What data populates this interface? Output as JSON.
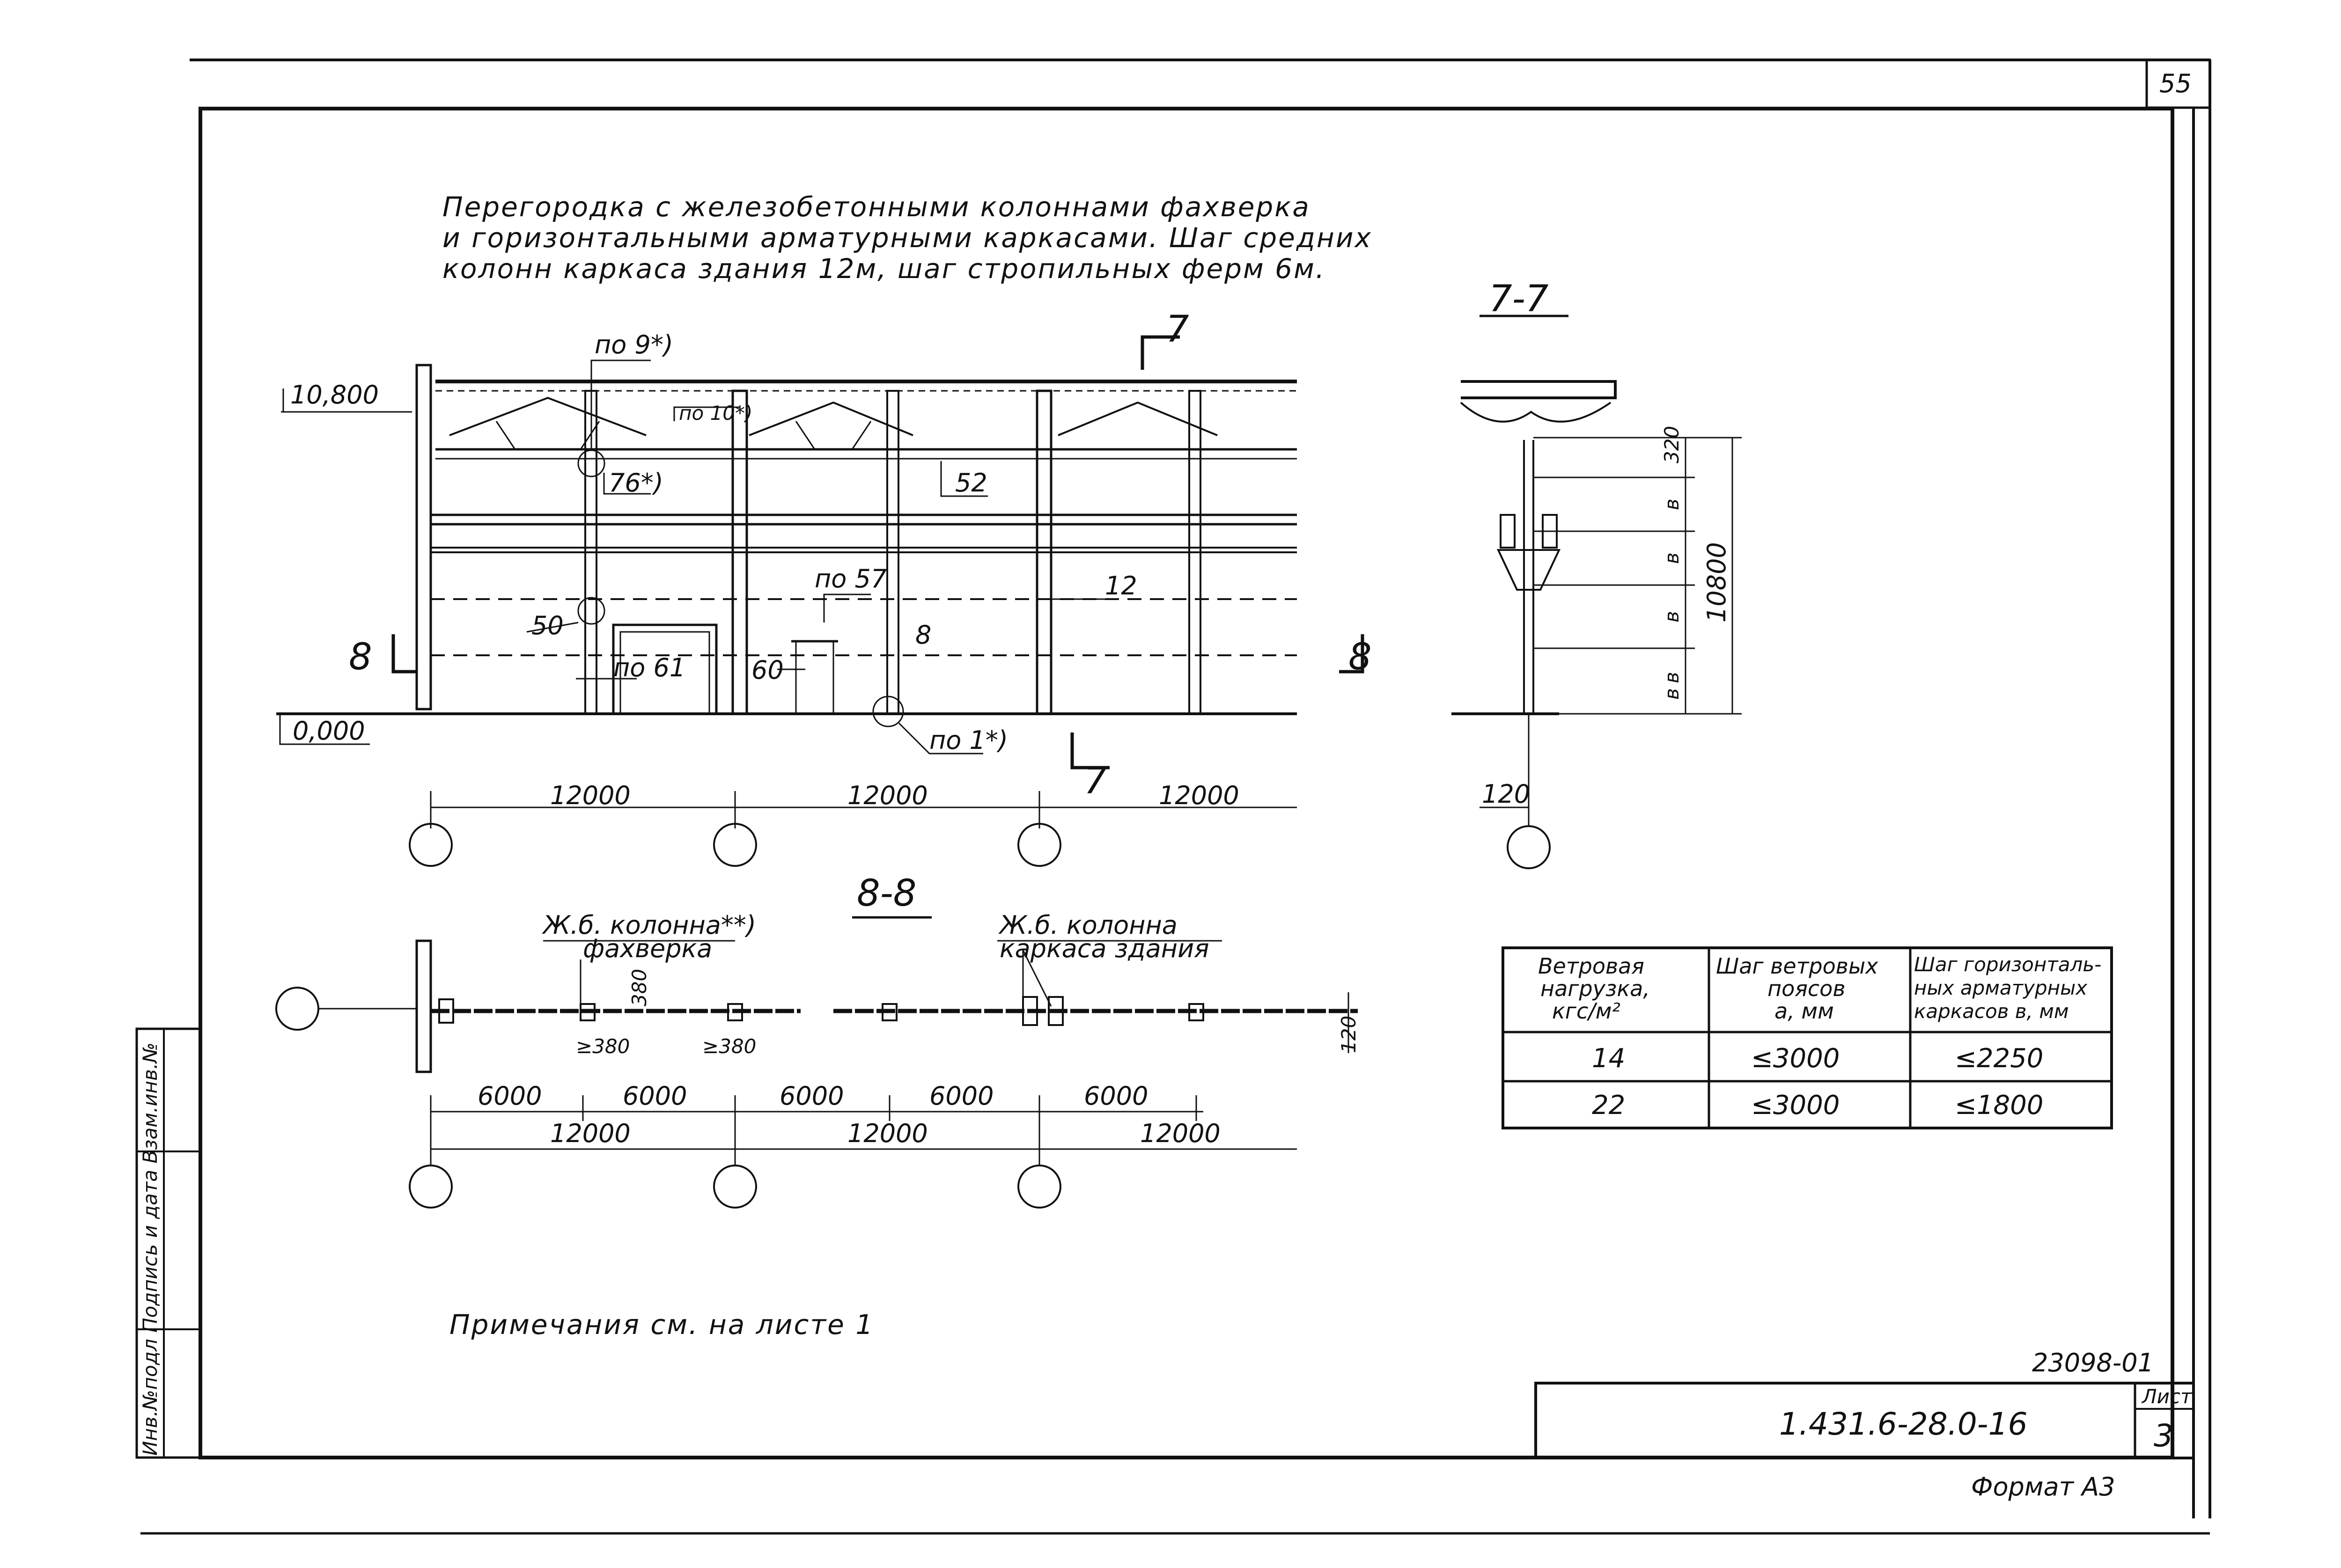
{
  "sheet_number_top": "55",
  "title_lines": [
    "Перегородка с железобетонными колоннами фахверка",
    "и горизонтальными арматурными каркасами. Шаг средних",
    "колонн каркаса здания 12м, шаг стропильных ферм 6м."
  ],
  "elevation": {
    "level_top": "10,800",
    "level_bottom": "0,000",
    "section_mark_left": "8",
    "section_mark_right": "8",
    "section_mark_top": "7",
    "section_mark_bottom": "7",
    "callouts": {
      "po9": "по 9*)",
      "po10": "по 10*)",
      "c76": "76*)",
      "c52": "52",
      "po57": "по 57",
      "c12": "12",
      "c50": "50",
      "c8": "8",
      "po61": "по 61",
      "c60": "60",
      "po1": "по 1*)"
    },
    "spans": [
      "12000",
      "12000",
      "12000"
    ]
  },
  "section_77": {
    "title": "7-7",
    "dims": [
      "320",
      "в",
      "в",
      "в",
      "в",
      "в"
    ],
    "total_height": "10800",
    "base_dim": "120"
  },
  "section_88": {
    "title": "8-8",
    "label_facade_col_line1": "Ж.б. колонна**)",
    "label_facade_col_line2": "фахверка",
    "label_frame_col_line1": "Ж.б. колонна",
    "label_frame_col_line2": "каркаса здания",
    "dim_380_vert": "380",
    "dim_380_a": "≥380",
    "dim_380_b": "≥380",
    "dim_120": "120",
    "half_spans": [
      "6000",
      "6000",
      "6000",
      "6000",
      "6000"
    ],
    "spans": [
      "12000",
      "12000",
      "12000"
    ]
  },
  "table": {
    "headers": [
      [
        "Ветровая",
        "нагрузка,",
        "кгс/м²"
      ],
      [
        "Шаг ветровых",
        "поясов",
        "а, мм"
      ],
      [
        "Шаг горизонталь-",
        "ных арматурных",
        "каркасов в, мм"
      ]
    ],
    "rows": [
      [
        "14",
        "≤3000",
        "≤2250"
      ],
      [
        "22",
        "≤3000",
        "≤1800"
      ]
    ]
  },
  "note": "Примечания см. на листе 1",
  "stamp": {
    "archive_number": "23098-01",
    "document_code": "1.431.6-28.0-16",
    "sheet_label": "Лист",
    "sheet_number": "3"
  },
  "side_strip_text": "Инв.№подл  Подпись и дата  Взам.инв.№",
  "format_label": "Формат А3"
}
